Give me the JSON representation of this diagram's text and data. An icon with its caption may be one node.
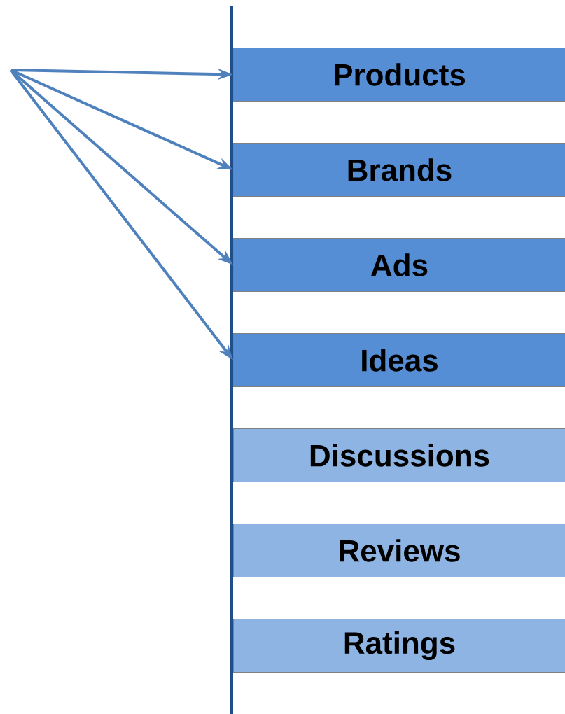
{
  "diagram": {
    "nodes": [
      {
        "text": [
          "Products"
        ]
      },
      {
        "text": [
          "Brands"
        ]
      },
      {
        "text": [
          "Ads"
        ]
      },
      {
        "text": [
          "Ideas"
        ]
      },
      {
        "text": [
          "Discussions"
        ]
      },
      {
        "text": [
          "Reviews"
        ]
      },
      {
        "text": [
          "Ratings"
        ]
      }
    ],
    "edges": [
      {
        "from": null,
        "to": 0,
        "arrow": "to"
      },
      {
        "from": null,
        "to": 1,
        "arrow": "to"
      },
      {
        "from": null,
        "to": 2,
        "arrow": "to"
      },
      {
        "from": null,
        "to": 3,
        "arrow": "to"
      }
    ]
  }
}
